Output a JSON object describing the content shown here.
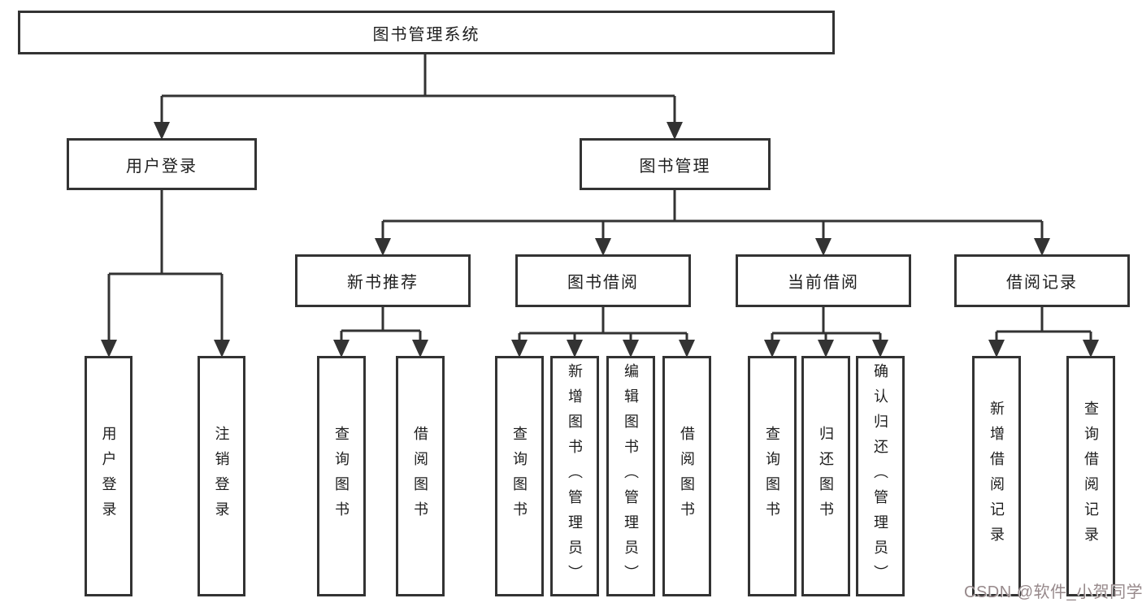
{
  "diagram": {
    "type": "hierarchy-chart",
    "tree": {
      "root": {
        "label": "图书管理系统"
      },
      "branches": [
        {
          "label": "用户登录",
          "leaves": [
            {
              "label": "用户登录"
            },
            {
              "label": "注销登录"
            }
          ]
        },
        {
          "label": "图书管理",
          "sections": [
            {
              "label": "新书推荐",
              "leaves": [
                {
                  "label": "查询图书"
                },
                {
                  "label": "借阅图书"
                }
              ]
            },
            {
              "label": "图书借阅",
              "leaves": [
                {
                  "label": "查询图书"
                },
                {
                  "label": "新增图书（管理员）"
                },
                {
                  "label": "编辑图书（管理员）"
                },
                {
                  "label": "借阅图书"
                }
              ]
            },
            {
              "label": "当前借阅",
              "leaves": [
                {
                  "label": "查询图书"
                },
                {
                  "label": "归还图书"
                },
                {
                  "label": "确认归还（管理员）"
                }
              ]
            },
            {
              "label": "借阅记录",
              "leaves": [
                {
                  "label": "新增借阅记录"
                },
                {
                  "label": "查询借阅记录"
                }
              ]
            }
          ]
        }
      ]
    },
    "colors": {
      "line": "#333333",
      "box_border": "#333333",
      "box_fill": "#ffffff",
      "label_text": "#1d1d1d",
      "background": "#ffffff"
    }
  },
  "watermark": {
    "text": "CSDN @软件_小贺同学",
    "color": "#97898b"
  }
}
